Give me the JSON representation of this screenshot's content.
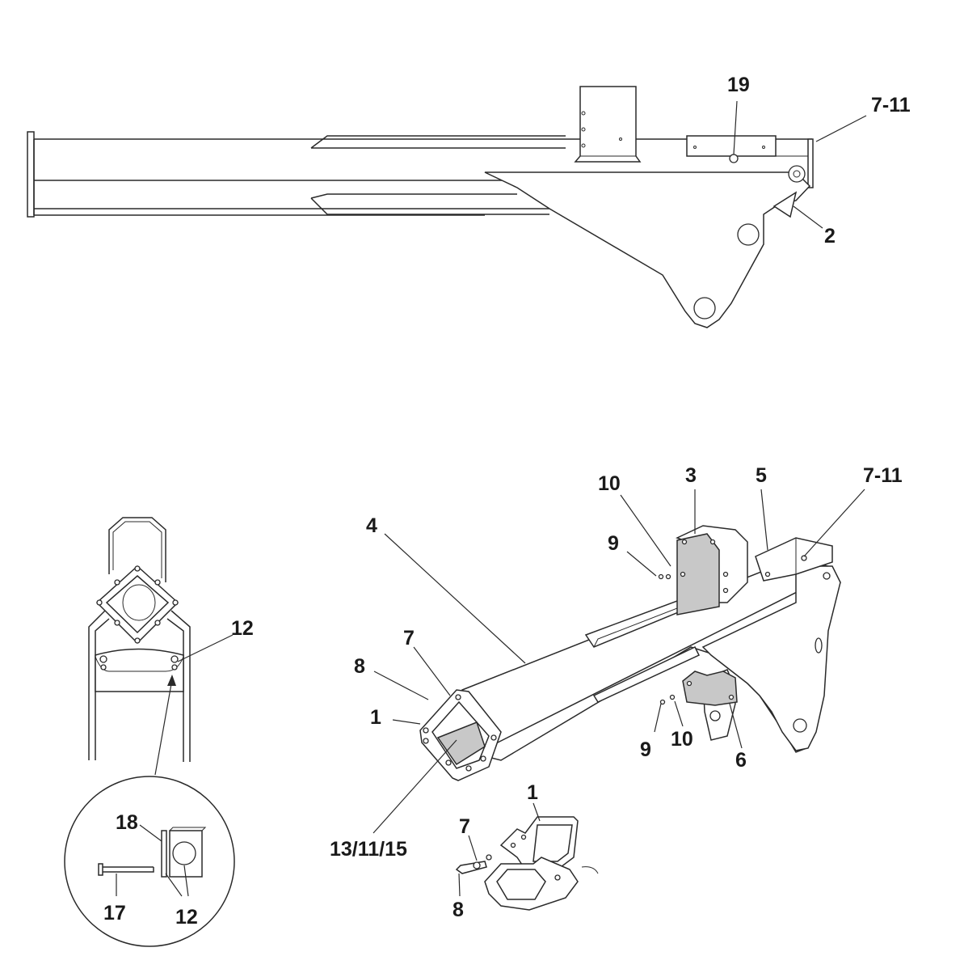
{
  "diagram": {
    "side_view_callouts": [
      "19",
      "7-11",
      "2"
    ],
    "iso_view_callouts": [
      "10",
      "3",
      "5",
      "7-11",
      "9",
      "4",
      "7",
      "8",
      "1",
      "9",
      "10",
      "6",
      "13/11/15"
    ],
    "end_view_callouts": [
      "12"
    ],
    "detail_circle_callouts": [
      "18",
      "17",
      "12"
    ],
    "exploded_callouts": [
      "1",
      "7",
      "8"
    ]
  }
}
